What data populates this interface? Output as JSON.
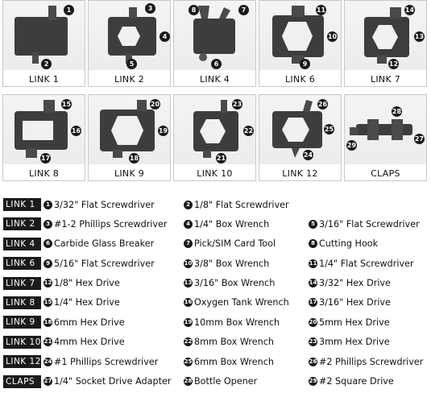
{
  "links_grid": {
    "row1": [
      {
        "label": "LINK 1",
        "callouts": [
          "1",
          "2"
        ]
      },
      {
        "label": "LINK 2",
        "callouts": [
          "3",
          "4",
          "5"
        ]
      },
      {
        "label": "LINK 4",
        "callouts": [
          "8",
          "7",
          "6"
        ]
      },
      {
        "label": "LINK 6",
        "callouts": [
          "11",
          "10",
          "9"
        ]
      },
      {
        "label": "LINK 7",
        "callouts": [
          "14",
          "13",
          "12"
        ]
      }
    ],
    "row2": [
      {
        "label": "LINK 8",
        "callouts": [
          "15",
          "16",
          "17"
        ]
      },
      {
        "label": "LINK 9",
        "callouts": [
          "20",
          "19",
          "18"
        ]
      },
      {
        "label": "LINK 10",
        "callouts": [
          "23",
          "22",
          "21"
        ]
      },
      {
        "label": "LINK 12",
        "callouts": [
          "26",
          "25",
          "24"
        ]
      },
      {
        "label": "CLAPS",
        "callouts": [
          "28",
          "27",
          "29"
        ]
      }
    ]
  },
  "legend": [
    {
      "tag": "LINK 1",
      "items": [
        {
          "n": "1",
          "text": "3/32\" Flat Screwdriver"
        },
        {
          "n": "2",
          "text": "1/8\" Flat Screwdriver"
        }
      ]
    },
    {
      "tag": "LINK 2",
      "items": [
        {
          "n": "3",
          "text": "#1-2 Phillips Screwdriver"
        },
        {
          "n": "4",
          "text": "1/4\" Box Wrench"
        },
        {
          "n": "5",
          "text": "3/16\" Flat Screwdriver"
        }
      ]
    },
    {
      "tag": "LINK 4",
      "items": [
        {
          "n": "6",
          "text": "Carbide Glass Breaker"
        },
        {
          "n": "7",
          "text": "Pick/SIM Card Tool"
        },
        {
          "n": "8",
          "text": "Cutting Hook"
        }
      ]
    },
    {
      "tag": "LINK 6",
      "items": [
        {
          "n": "9",
          "text": "5/16\" Flat Screwdriver"
        },
        {
          "n": "10",
          "text": "3/8\" Box Wrench"
        },
        {
          "n": "11",
          "text": "1/4\" Flat Screwdriver"
        }
      ]
    },
    {
      "tag": "LINK 7",
      "items": [
        {
          "n": "12",
          "text": "1/8\" Hex Drive"
        },
        {
          "n": "13",
          "text": "3/16\" Box Wrench"
        },
        {
          "n": "14",
          "text": "3/32\" Hex Drive"
        }
      ]
    },
    {
      "tag": "LINK 8",
      "items": [
        {
          "n": "15",
          "text": "1/4\" Hex Drive"
        },
        {
          "n": "16",
          "text": "Oxygen Tank Wrench"
        },
        {
          "n": "17",
          "text": "3/16\" Hex Drive"
        }
      ]
    },
    {
      "tag": "LINK 9",
      "items": [
        {
          "n": "18",
          "text": "6mm Hex Drive"
        },
        {
          "n": "19",
          "text": "10mm Box Wrench"
        },
        {
          "n": "20",
          "text": "5mm Hex Drive"
        }
      ]
    },
    {
      "tag": "LINK 10",
      "items": [
        {
          "n": "21",
          "text": "4mm Hex Drive"
        },
        {
          "n": "22",
          "text": "8mm Box Wrench"
        },
        {
          "n": "23",
          "text": "3mm Hex Drive"
        }
      ]
    },
    {
      "tag": "LINK 12",
      "items": [
        {
          "n": "24",
          "text": "#1 Phillips Screwdriver"
        },
        {
          "n": "25",
          "text": "6mm Box Wrench"
        },
        {
          "n": "26",
          "text": "#2 Phillips Screwdriver"
        }
      ]
    },
    {
      "tag": "CLAPS",
      "items": [
        {
          "n": "27",
          "text": "1/4\" Socket Drive Adapter"
        },
        {
          "n": "28",
          "text": "Bottle Opener"
        },
        {
          "n": "29",
          "text": "#2 Square Drive"
        }
      ]
    }
  ]
}
